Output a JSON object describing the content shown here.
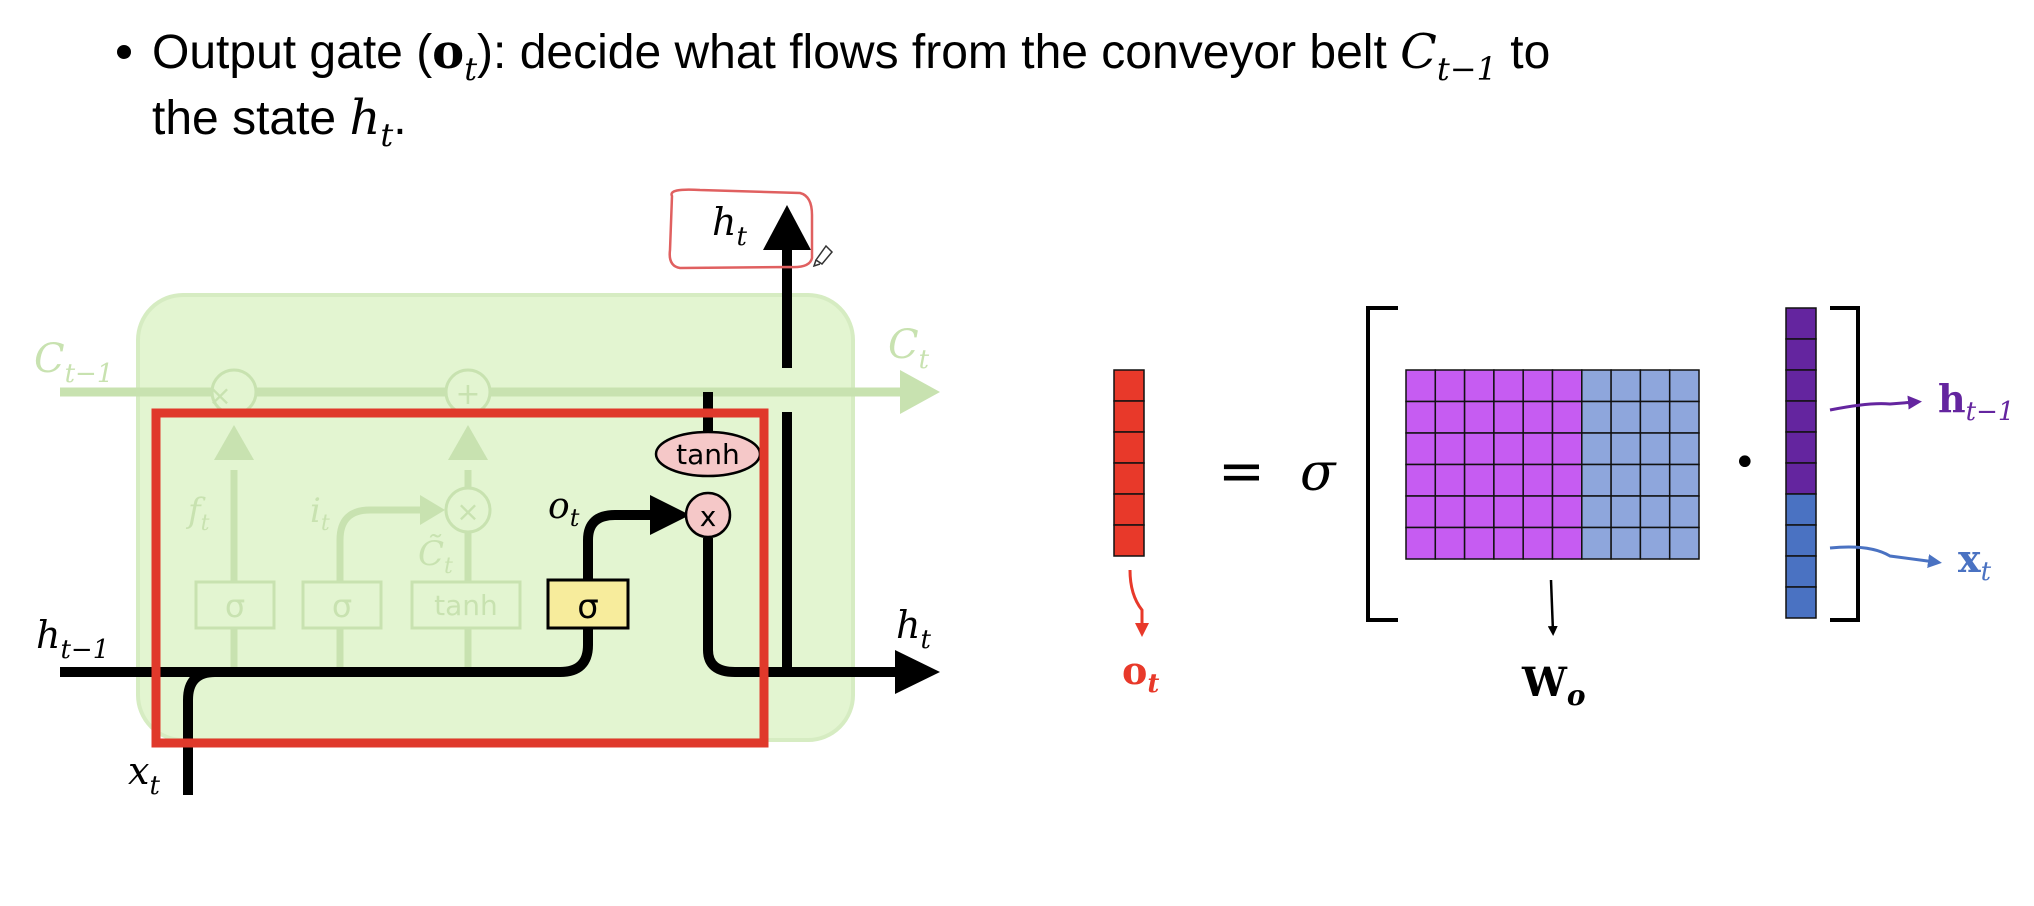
{
  "bullet": {
    "part1": "Output gate (",
    "o_sym": "o",
    "o_sub": "t",
    "part2": "): decide what flows from the conveyor belt ",
    "C_sym": "C",
    "C_sub": "t−1",
    "part3": " to",
    "line2_part1": "the state ",
    "h_sym": "h",
    "h_sub": "t",
    "line2_part2": "."
  },
  "lstm": {
    "c_prev": {
      "sym": "C",
      "sub": "t−1"
    },
    "c_next": {
      "sym": "C",
      "sub": "t"
    },
    "h_prev": {
      "sym": "h",
      "sub": "t−1"
    },
    "h_next": {
      "sym": "h",
      "sub": "t"
    },
    "h_top": {
      "sym": "h",
      "sub": "t"
    },
    "x_in": {
      "sym": "x",
      "sub": "t"
    },
    "f_label": {
      "sym": "f",
      "sub": "t"
    },
    "i_label": {
      "sym": "i",
      "sub": "t"
    },
    "c_tilde": {
      "sym": "C̃",
      "sub": "t"
    },
    "o_label": {
      "sym": "o",
      "sub": "t"
    },
    "sigma": "σ",
    "tanh": "tanh",
    "times": "×",
    "plus": "+",
    "x_node": "x"
  },
  "equation": {
    "equals": "=",
    "sigma": "σ",
    "dot": "•",
    "o_sym": "o",
    "o_sub": "t",
    "W_sym": "W",
    "W_sub": "o",
    "h_sym": "h",
    "h_sub": "t−1",
    "x_sym": "x",
    "x_sub": "t",
    "colors": {
      "output": "#e8392a",
      "hidden_weights": "#c65cf2",
      "input_weights": "#8ea6dc",
      "hidden_vec": "#64259f",
      "input_vec": "#4a72c2"
    }
  }
}
